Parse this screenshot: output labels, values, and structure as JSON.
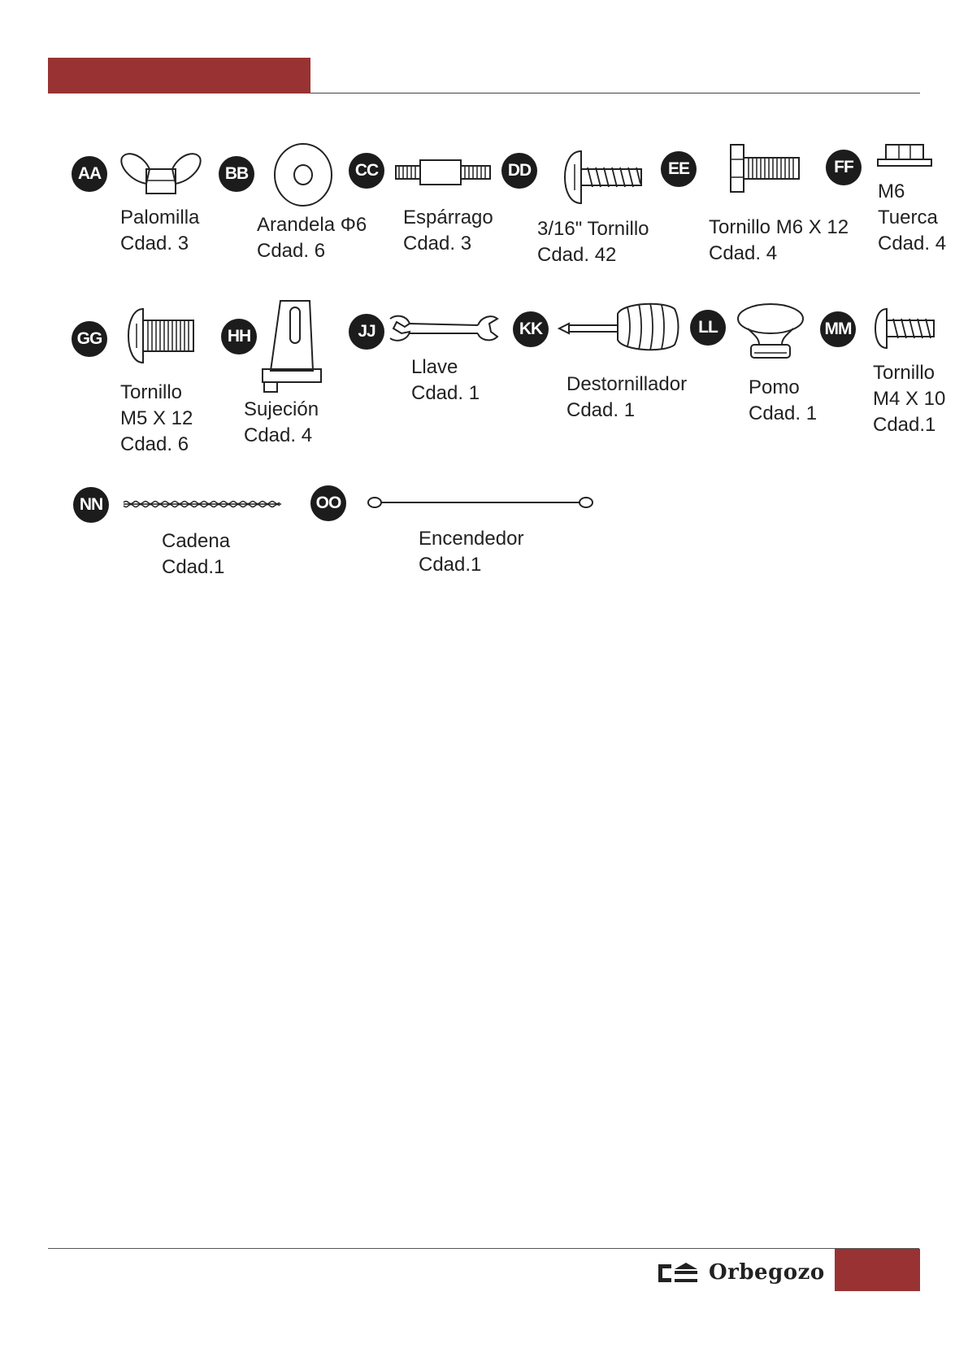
{
  "colors": {
    "accent": "#993333",
    "badge": "#1c1c1c"
  },
  "header": {
    "bar_icon": "header-accent-bar"
  },
  "parts": [
    {
      "code": "AA",
      "name": "Palomilla",
      "qty": "Cdad. 3",
      "icon": "wing-nut-icon"
    },
    {
      "code": "BB",
      "name": "Arandela Φ6",
      "qty": "Cdad. 6",
      "icon": "washer-icon"
    },
    {
      "code": "CC",
      "name": "Espárrago",
      "qty": "Cdad. 3",
      "icon": "stud-icon"
    },
    {
      "code": "DD",
      "name": "3/16\" Tornillo",
      "qty": "Cdad. 42",
      "icon": "tapping-screw-icon"
    },
    {
      "code": "EE",
      "name": "Tornillo M6 X 12",
      "qty": "Cdad. 4",
      "icon": "hex-bolt-icon"
    },
    {
      "code": "FF",
      "name": "M6",
      "name2": "Tuerca",
      "qty": "Cdad. 4",
      "icon": "hex-nut-icon"
    },
    {
      "code": "GG",
      "name": "Tornillo",
      "name2": "M5 X 12",
      "qty": "Cdad. 6",
      "icon": "machine-screw-icon"
    },
    {
      "code": "HH",
      "name": "Sujeción",
      "qty": "Cdad. 4",
      "icon": "bracket-icon"
    },
    {
      "code": "JJ",
      "name": "Llave",
      "qty": "Cdad. 1",
      "icon": "wrench-icon"
    },
    {
      "code": "KK",
      "name": "Destornillador",
      "qty": "Cdad. 1",
      "icon": "screwdriver-icon"
    },
    {
      "code": "LL",
      "name": "Pomo",
      "qty": "Cdad. 1",
      "icon": "knob-icon"
    },
    {
      "code": "MM",
      "name": "Tornillo",
      "name2": "M4 X 10",
      "qty": "Cdad.1",
      "icon": "small-screw-icon"
    },
    {
      "code": "NN",
      "name": "Cadena",
      "qty": "Cdad.1",
      "icon": "chain-icon"
    },
    {
      "code": "OO",
      "name": "Encendedor",
      "qty": "Cdad.1",
      "icon": "igniter-rod-icon"
    }
  ],
  "footer": {
    "brand": "Orbegozo",
    "logo_icon": "orbegozo-logo-icon"
  }
}
